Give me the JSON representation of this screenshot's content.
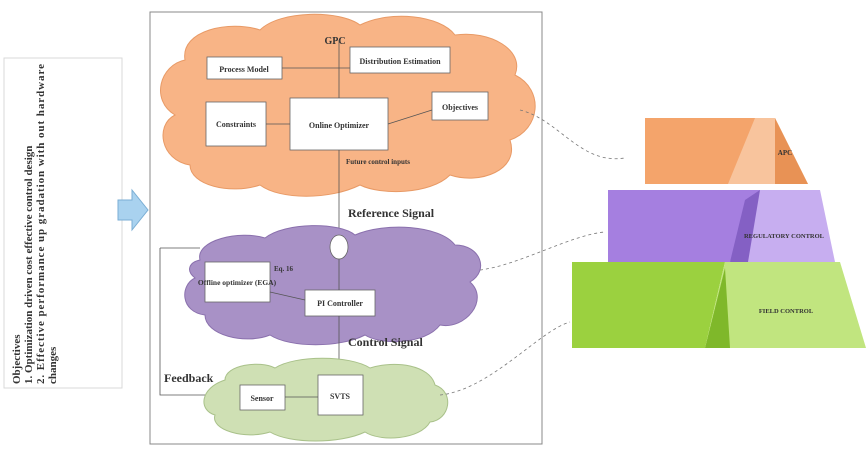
{
  "objectives": {
    "title": "Objectives",
    "item1": "1. Optimization driven cost effective control design",
    "item2_line1": "2. Effective performance up gradation with out hardware",
    "item2_line2": "changes"
  },
  "top_cloud": {
    "title": "GPC",
    "process_model": "Process Model",
    "distribution_estimation": "Distribution Estimation",
    "constraints": "Constraints",
    "online_optimizer": "Online Optimizer",
    "objectives": "Objectives",
    "future_control_inputs": "Future control inputs"
  },
  "reference_signal": "Reference Signal",
  "middle_cloud": {
    "offline_optimizer": "Offline optimizer (EGA)",
    "eq_label": "Eq. 16",
    "pi_controller": "PI Controller"
  },
  "control_signal": "Control Signal",
  "feedback": "Feedback",
  "bottom_cloud": {
    "sensor": "Sensor",
    "svts": "SVTS"
  },
  "pyramid": {
    "apc": "APC",
    "regulatory_control": "REGULATORY CONTROL",
    "field_control": "FIELD CONTROL"
  },
  "colors": {
    "orange_cloud": "#f8b486",
    "purple_cloud": "#a891c6",
    "green_cloud": "#cfe0b4",
    "apc_orange": "#f4a46b",
    "reg_purple": "#a57fe0",
    "field_green": "#9bd13f",
    "arrow_fill": "#a9d2ef"
  }
}
